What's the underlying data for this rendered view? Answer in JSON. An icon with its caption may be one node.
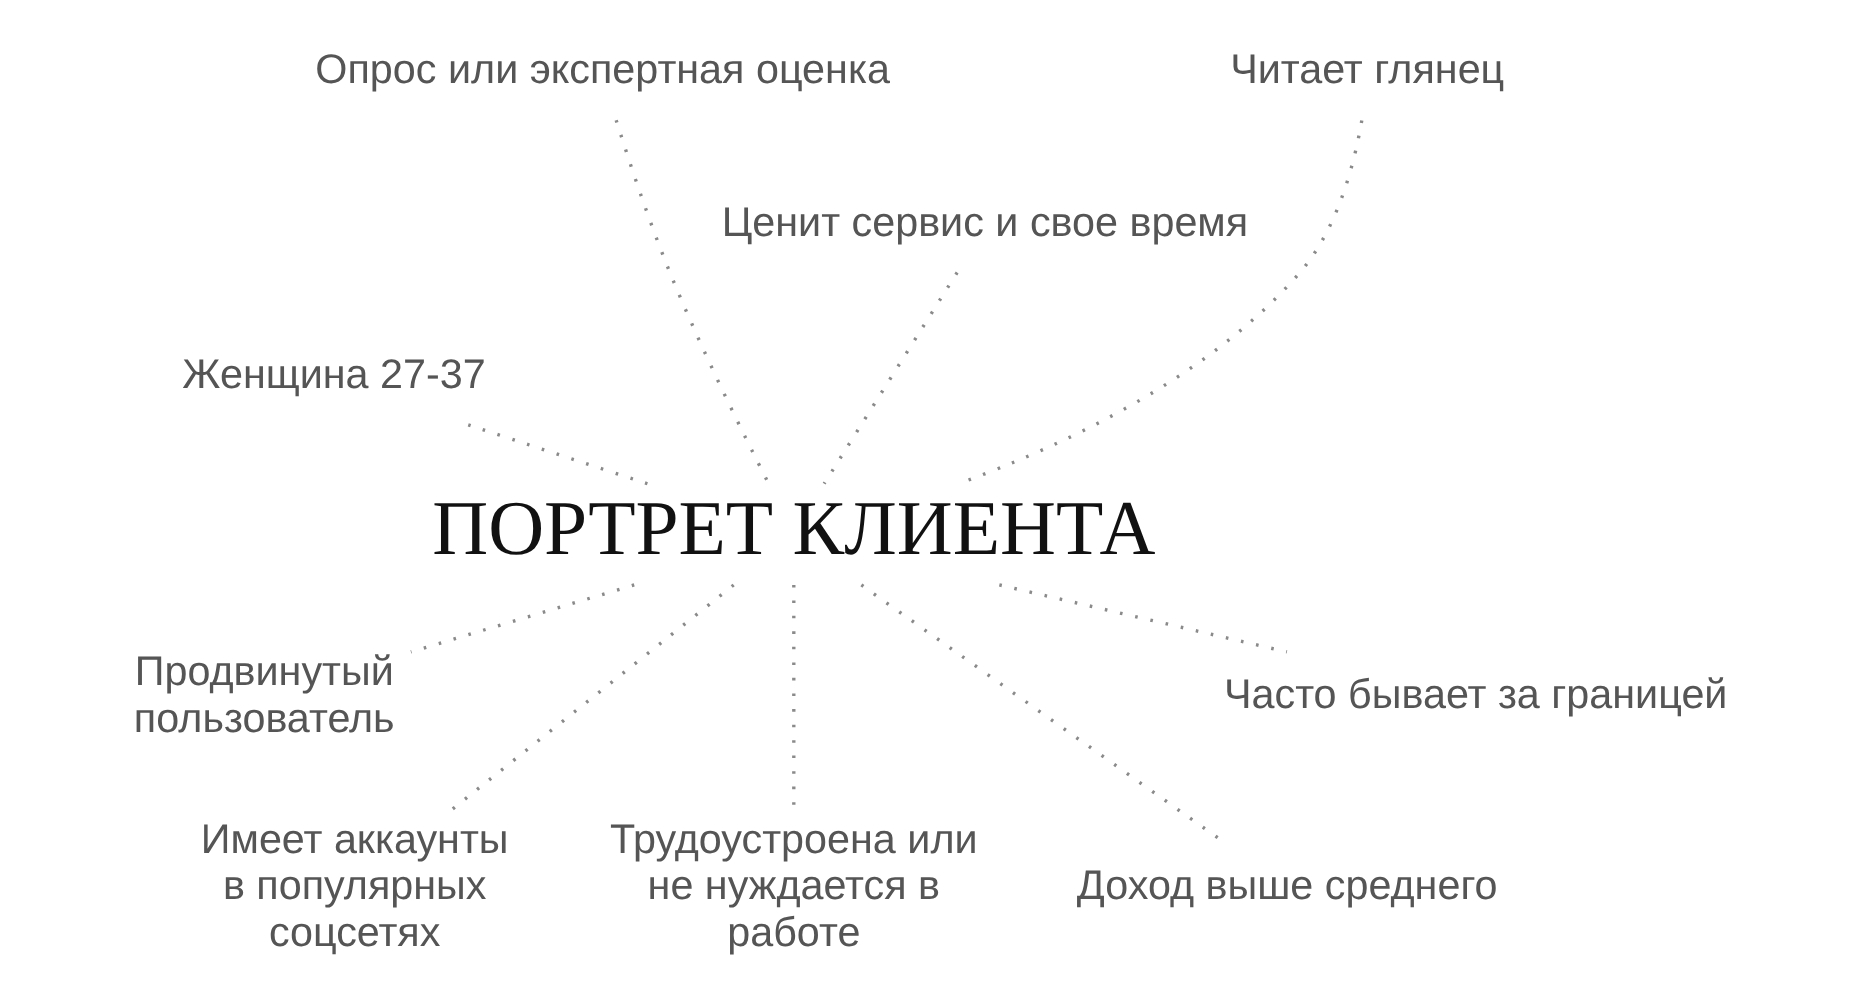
{
  "diagram": {
    "nodes": [
      {
        "text": [
          "Опрос или экспертная оценка"
        ]
      },
      {
        "text": [
          "Читает глянец"
        ]
      },
      {
        "text": [
          "Ценит сервис и свое время"
        ]
      },
      {
        "text": [
          "Женщина 27-37"
        ]
      },
      {
        "text": [
          "ПОРТРЕТ КЛИЕНТА"
        ]
      },
      {
        "text": [
          "Продвинутый пользователь"
        ]
      },
      {
        "text": [
          "Часто бывает за границей"
        ]
      },
      {
        "text": [
          "Трудоустроена или не нуждается в работе"
        ]
      },
      {
        "text": [
          "Имеет аккаунты в популярных соцсетях"
        ]
      },
      {
        "text": [
          "Доход выше среднего"
        ]
      }
    ],
    "edges": [
      {
        "from": 0,
        "to": 4,
        "arrow": "none"
      },
      {
        "from": 1,
        "to": 4,
        "arrow": "none"
      },
      {
        "from": 2,
        "to": 4,
        "arrow": "none"
      },
      {
        "from": 3,
        "to": 4,
        "arrow": "none"
      },
      {
        "from": 4,
        "to": 5,
        "arrow": "none"
      },
      {
        "from": 4,
        "to": 6,
        "arrow": "none"
      },
      {
        "from": 4,
        "to": 7,
        "arrow": "none"
      },
      {
        "from": 4,
        "to": 8,
        "arrow": "none"
      },
      {
        "from": 4,
        "to": 9,
        "arrow": "none"
      }
    ]
  }
}
